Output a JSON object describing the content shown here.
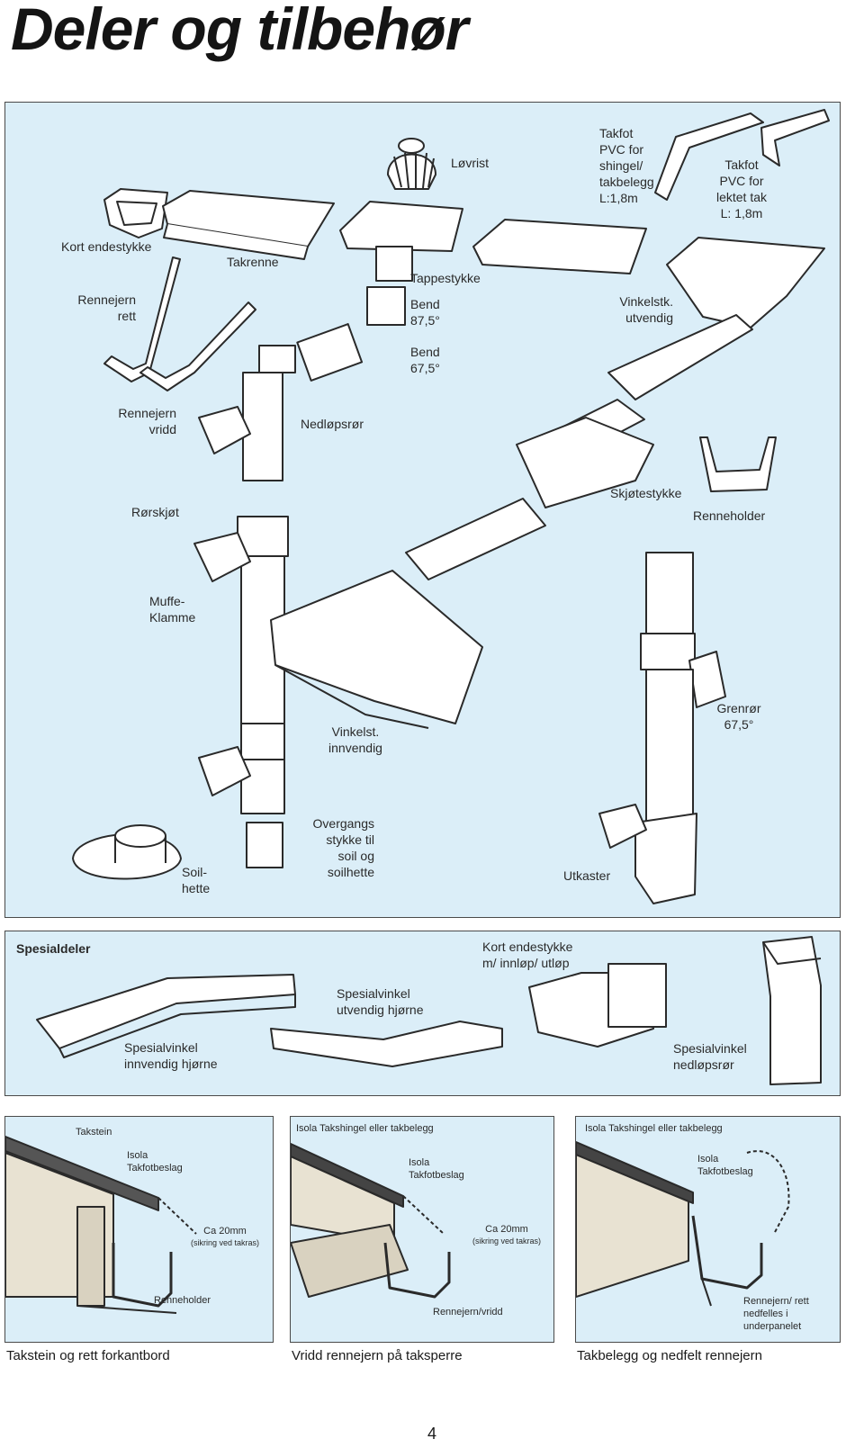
{
  "title": "Deler og tilbehør",
  "main": {
    "labels": {
      "lovrist": "Løvrist",
      "takfot_shingel": [
        "Takfot",
        "PVC for",
        "shingel/",
        "takbelegg",
        "L:1,8m"
      ],
      "takfot_lektet": [
        "Takfot",
        "PVC for",
        "lektet tak",
        "L: 1,8m"
      ],
      "kort_endestykke": "Kort endestykke",
      "takrenne": "Takrenne",
      "tappestykke": "Tappestykke",
      "rennejern_rett": [
        "Rennejern",
        "rett"
      ],
      "bend_87": [
        "Bend",
        "87,5°"
      ],
      "vinkelstk_utvendig": [
        "Vinkelstk.",
        "utvendig"
      ],
      "bend_67": [
        "Bend",
        "67,5°"
      ],
      "rennejern_vridd": [
        "Rennejern",
        "vridd"
      ],
      "nedlopsror": "Nedløpsrør",
      "rorskjot": "Rørskjøt",
      "skjotestykke": "Skjøtestykke",
      "renneholder": "Renneholder",
      "muffe_klamme": [
        "Muffe-",
        "Klamme"
      ],
      "vinkelst_innvendig": [
        "Vinkelst.",
        "innvendig"
      ],
      "grenror": [
        "Grenrør",
        "67,5°"
      ],
      "overgangsstykke": [
        "Overgangs",
        "stykke til",
        "soil og",
        "soilhette"
      ],
      "soilhette": [
        "Soil-",
        "hette"
      ],
      "utkaster": "Utkaster"
    }
  },
  "spesial": {
    "heading": "Spesialdeler",
    "kort_endestykke_innlop": [
      "Kort endestykke",
      "m/ innløp/ utløp"
    ],
    "spesialvinkel_utvendig": [
      "Spesialvinkel",
      "utvendig hjørne"
    ],
    "spesialvinkel_innvendig": [
      "Spesialvinkel",
      "innvendig hjørne"
    ],
    "spesialvinkel_nedlopsror": [
      "Spesialvinkel",
      "nedløpsrør"
    ]
  },
  "details": [
    {
      "top_label": "Takstein",
      "beslag": [
        "Isola",
        "Takfotbeslag"
      ],
      "gap": "Ca 20mm",
      "gap_note": "(sikring ved takras)",
      "bottom_label": "Renneholder",
      "caption": "Takstein og rett forkantbord"
    },
    {
      "top_label": "Isola Takshingel eller takbelegg",
      "beslag": [
        "Isola",
        "Takfotbeslag"
      ],
      "gap": "Ca 20mm",
      "gap_note": "(sikring ved takras)",
      "bottom_label": "Rennejern/vridd",
      "caption": "Vridd rennejern på taksperre"
    },
    {
      "top_label": "Isola Takshingel eller takbelegg",
      "beslag": [
        "Isola",
        "Takfotbeslag"
      ],
      "bottom_label": [
        "Rennejern/ rett",
        "nedfelles i",
        "underpanelet"
      ],
      "caption": "Takbelegg og nedfelt rennejern"
    }
  ],
  "page_number": "4",
  "colors": {
    "panel_bg": "#dbeef8",
    "line": "#2a2a2a",
    "part_fill": "#ffffff"
  }
}
